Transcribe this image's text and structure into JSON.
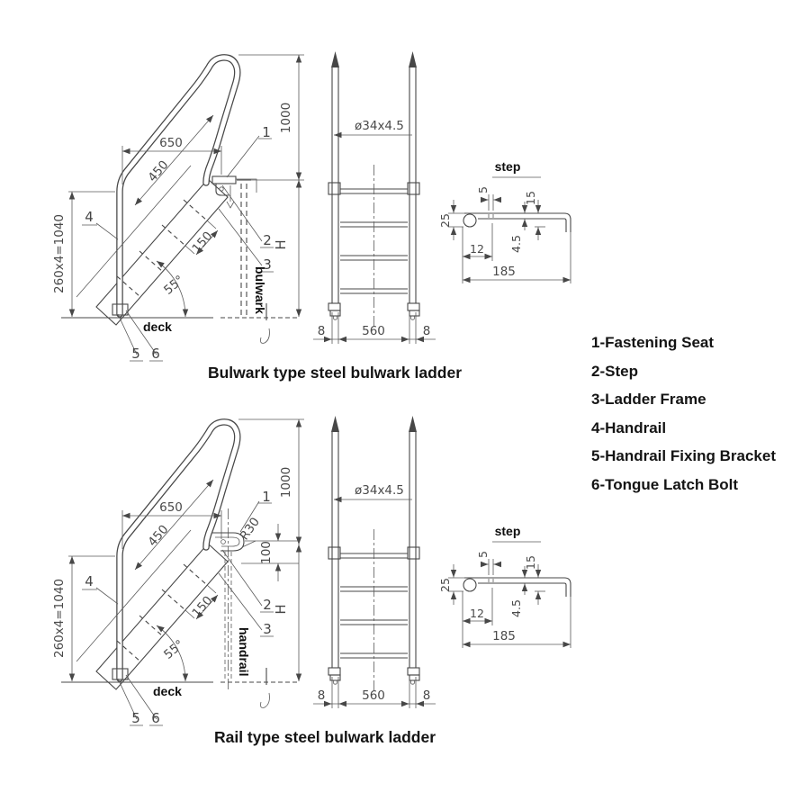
{
  "colors": {
    "background": "#ffffff",
    "line": "#474747",
    "label_text": "#141414",
    "dim_text": "#4a4a4a"
  },
  "legend": {
    "items": [
      "1-Fastening Seat",
      "2-Step",
      "3-Ladder Frame",
      "4-Handrail",
      "5-Handrail Fixing Bracket",
      "6-Tongue Latch Bolt"
    ]
  },
  "bulwark": {
    "caption": "Bulwark type steel bulwark ladder",
    "side": {
      "d650": "650",
      "d450": "450",
      "d150": "150",
      "angle": "55°",
      "dleft": "260x4=1040",
      "dright": "1000",
      "h": "H",
      "n1": "1",
      "n2": "2",
      "n3": "3",
      "n4": "4",
      "n5": "5",
      "n6": "6",
      "deck": "deck",
      "wall": "bulwark"
    },
    "front": {
      "tube": "ø34x4.5",
      "m1": "8",
      "w": "560",
      "m2": "8"
    },
    "step": {
      "title": "step",
      "d25": "25",
      "d5": "5",
      "d15": "15",
      "d45": "4.5",
      "d12": "12",
      "d185": "185"
    }
  },
  "rail": {
    "caption": "Rail type steel bulwark ladder",
    "side": {
      "d650": "650",
      "d450": "450",
      "d150": "150",
      "angle": "55°",
      "dleft": "260x4=1040",
      "dright": "1000",
      "h": "H",
      "n1": "1",
      "n2": "2",
      "n3": "3",
      "n4": "4",
      "n5": "5",
      "n6": "6",
      "deck": "deck",
      "wall": "handrail",
      "r30": "R30",
      "d100": "100"
    },
    "front": {
      "tube": "ø34x4.5",
      "m1": "8",
      "w": "560",
      "m2": "8"
    },
    "step": {
      "title": "step",
      "d25": "25",
      "d5": "5",
      "d15": "15",
      "d45": "4.5",
      "d12": "12",
      "d185": "185"
    }
  }
}
